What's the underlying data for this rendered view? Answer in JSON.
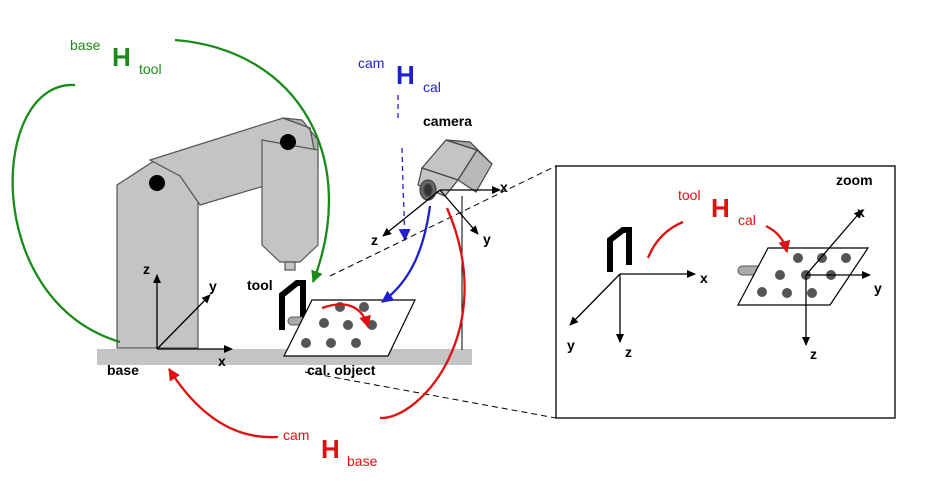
{
  "colors": {
    "green": "#1a8a1a",
    "blue": "#1f1fd0",
    "red": "#e01010",
    "arm": "#c4c4c4",
    "dark": "#444444"
  },
  "transforms": {
    "base_tool": {
      "sup": "base",
      "main": "H",
      "sub": "tool"
    },
    "cam_cal": {
      "sup": "cam",
      "main": "H",
      "sub": "cal"
    },
    "cam_base": {
      "sup": "cam",
      "main": "H",
      "sub": "base"
    },
    "tool_cal": {
      "sup": "tool",
      "main": "H",
      "sub": "cal"
    }
  },
  "labels": {
    "base": "base",
    "tool": "tool",
    "camera": "camera",
    "cal_object": "cal. object",
    "zoom": "zoom"
  },
  "axes": {
    "x": "x",
    "y": "y",
    "z": "z"
  }
}
